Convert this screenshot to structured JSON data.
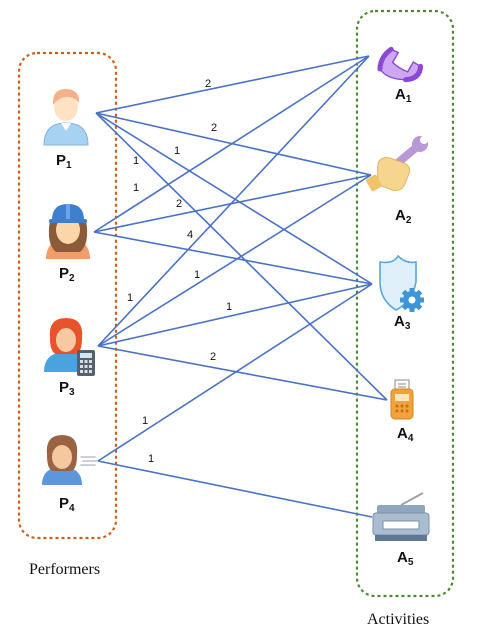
{
  "performers_caption": "Performers",
  "activities_caption": "Activities",
  "performers": [
    {
      "id": "P1",
      "letter": "P",
      "sub": "1",
      "icon": "person-icon"
    },
    {
      "id": "P2",
      "letter": "P",
      "sub": "2",
      "icon": "worker-helmet-icon"
    },
    {
      "id": "P3",
      "letter": "P",
      "sub": "3",
      "icon": "accountant-calculator-icon"
    },
    {
      "id": "P4",
      "letter": "P",
      "sub": "4",
      "icon": "fast-person-icon"
    }
  ],
  "activities": [
    {
      "id": "A1",
      "letter": "A",
      "sub": "1",
      "icon": "phone-icon"
    },
    {
      "id": "A2",
      "letter": "A",
      "sub": "2",
      "icon": "wrench-hand-icon"
    },
    {
      "id": "A3",
      "letter": "A",
      "sub": "3",
      "icon": "shield-gear-icon"
    },
    {
      "id": "A4",
      "letter": "A",
      "sub": "4",
      "icon": "card-terminal-icon"
    },
    {
      "id": "A5",
      "letter": "A",
      "sub": "5",
      "icon": "printer-icon"
    }
  ],
  "edges": [
    {
      "from": "P1",
      "to": "A1",
      "label": "2"
    },
    {
      "from": "P1",
      "to": "A2",
      "label": "2"
    },
    {
      "from": "P1",
      "to": "A3",
      "label": "1"
    },
    {
      "from": "P1",
      "to": "A4",
      "label": "1"
    },
    {
      "from": "P2",
      "to": "A1",
      "label": "1"
    },
    {
      "from": "P2",
      "to": "A2",
      "label": "2"
    },
    {
      "from": "P2",
      "to": "A3",
      "label": "4"
    },
    {
      "from": "P3",
      "to": "A1",
      "label": "1"
    },
    {
      "from": "P3",
      "to": "A2",
      "label": "1"
    },
    {
      "from": "P3",
      "to": "A3",
      "label": "1"
    },
    {
      "from": "P3",
      "to": "A4",
      "label": "2"
    },
    {
      "from": "P4",
      "to": "A3",
      "label": "1"
    },
    {
      "from": "P4",
      "to": "A5",
      "label": "1"
    }
  ],
  "colors": {
    "edge": "#4a72c4",
    "performers_border": "#c8611a",
    "activities_border": "#4e8a35"
  }
}
